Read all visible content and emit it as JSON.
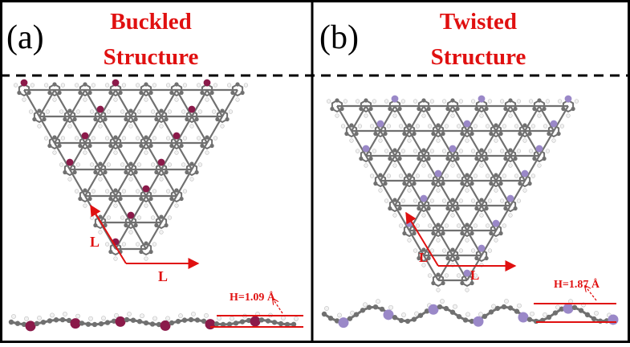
{
  "panels": [
    {
      "letter": "(a)",
      "title_line1": "Buckled",
      "title_line2": "Structure",
      "lattice_label_1": "L",
      "lattice_label_2": "L",
      "height_label": "H=1.09 Å",
      "heteroatom_color": "#8b1a4a"
    },
    {
      "letter": "(b)",
      "title_line1": "Twisted",
      "title_line2": "Structure",
      "lattice_label_1": "L",
      "lattice_label_2": "L",
      "height_label": "H=1.87 Å",
      "heteroatom_color": "#9a88c8"
    }
  ],
  "colors": {
    "title_red": "#e01010",
    "arrow_red": "#e01010",
    "carbon_gray": "#707070",
    "hydrogen_white": "#f2f2f2",
    "frame_black": "#000000"
  }
}
